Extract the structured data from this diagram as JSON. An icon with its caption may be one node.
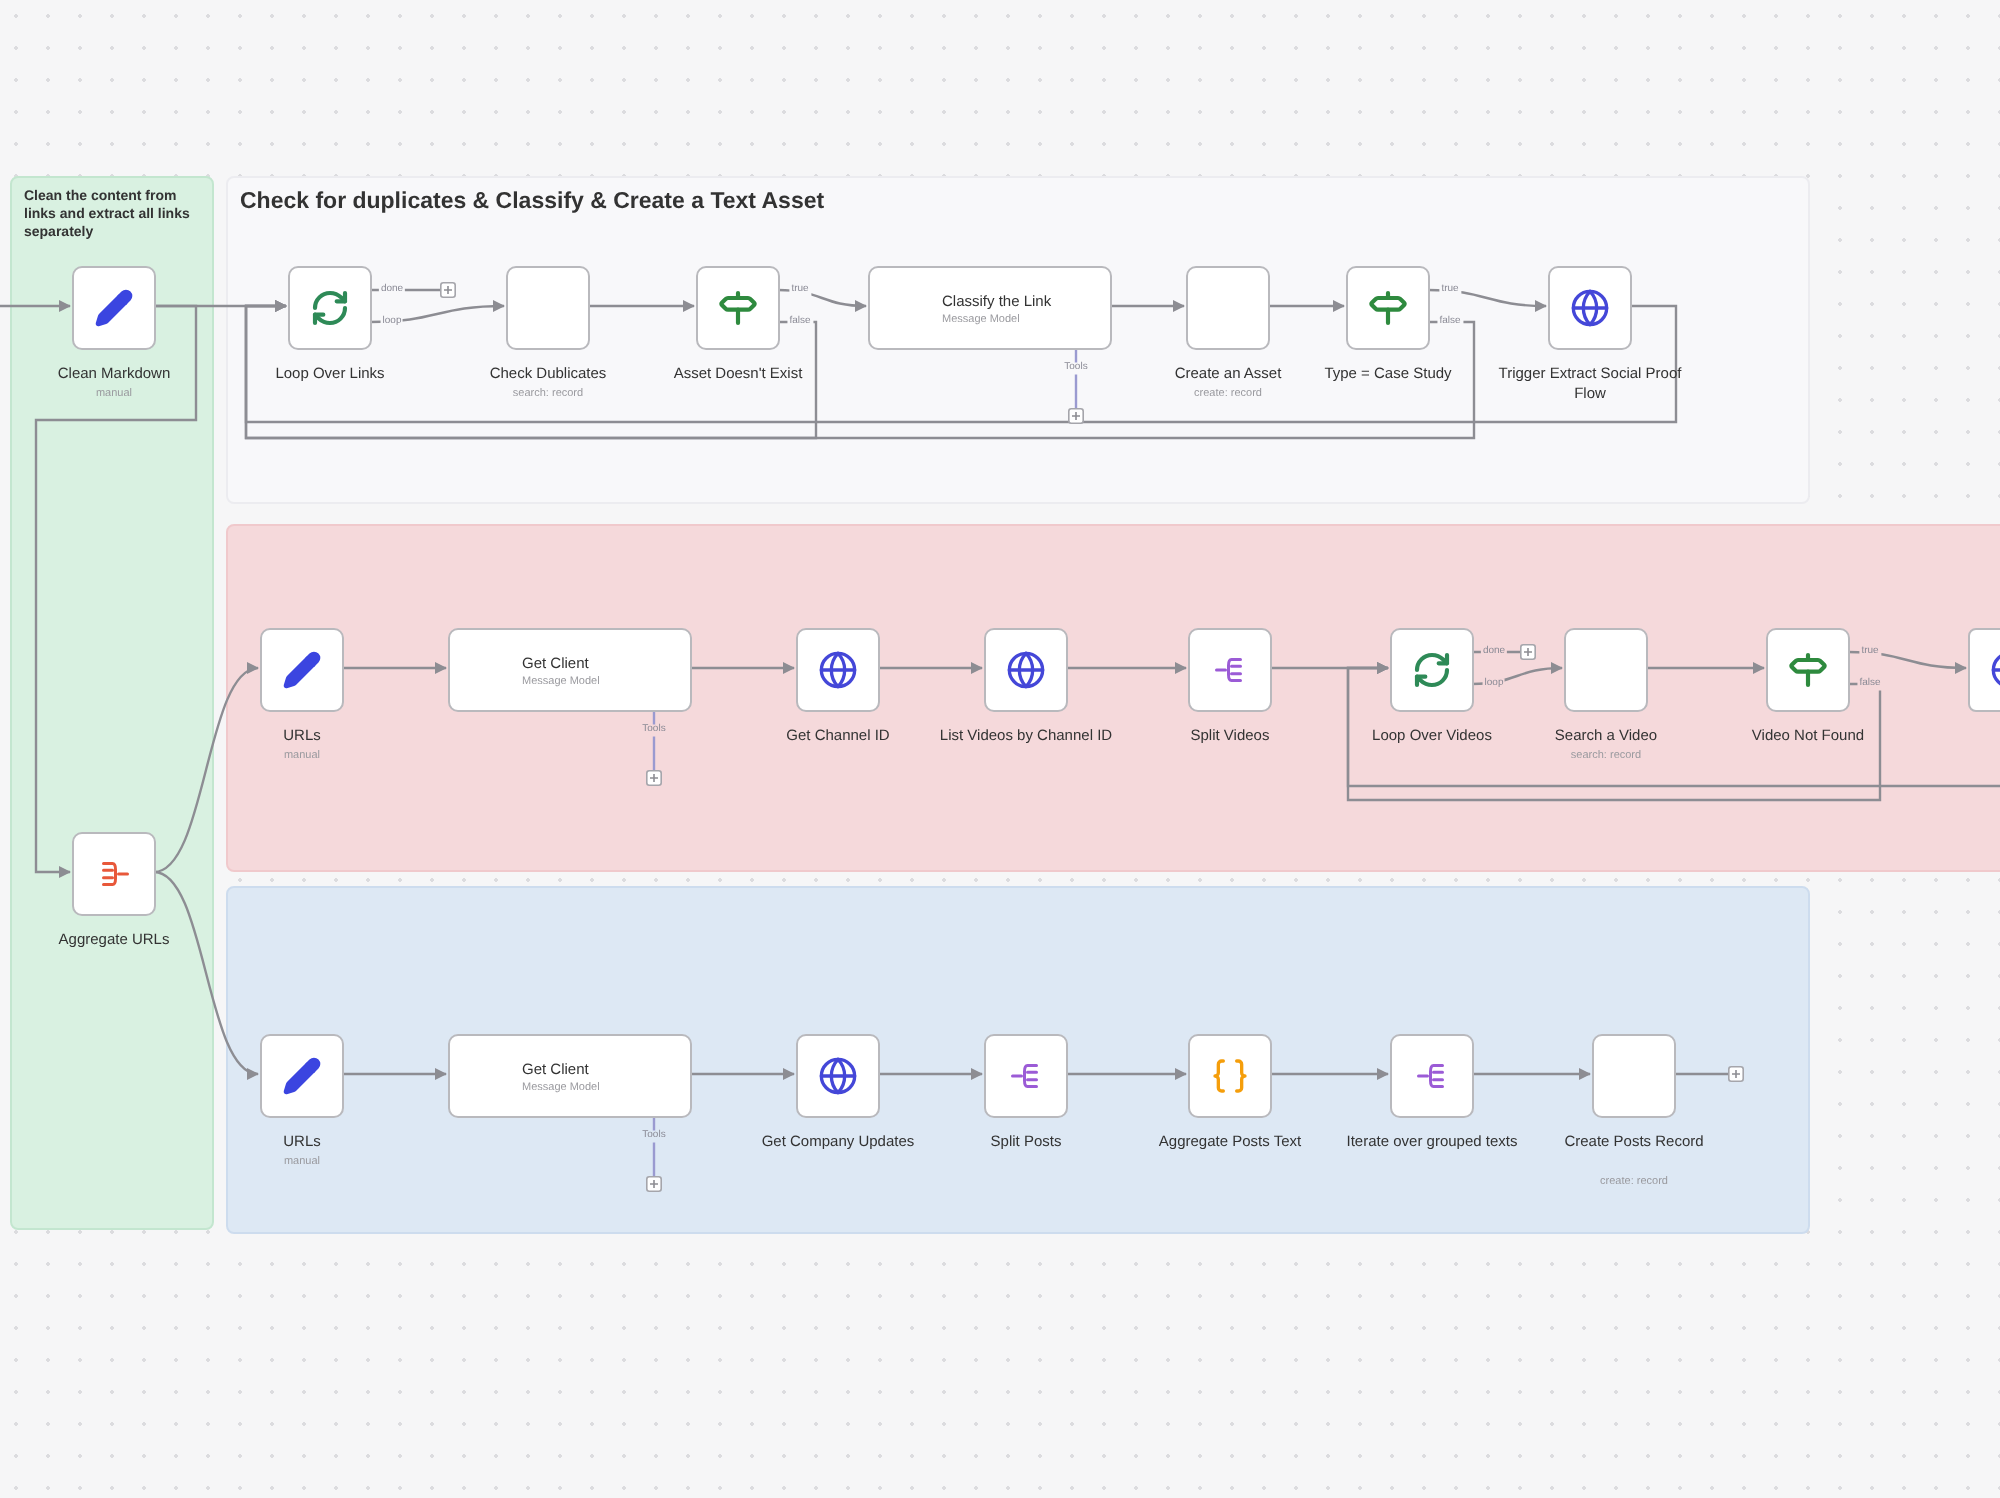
{
  "diagram": {
    "nodes": [
      {
        "text": [
          "Clean the content from links and extract all links separately"
        ]
      },
      {
        "text": [
          "Clean Markdown",
          "manual"
        ],
        "in": 0
      },
      {
        "text": [
          "Aggregate URLs"
        ],
        "in": 0
      },
      {
        "text": [
          "Check for duplicates & Classify & Create a Text Asset"
        ]
      },
      {
        "text": [
          "Loop Over Links"
        ],
        "in": 3
      },
      {
        "text": [
          "Check Dublicates",
          "search: record"
        ],
        "in": 3
      },
      {
        "text": [
          "Asset Doesn't Exist"
        ],
        "in": 3
      },
      {
        "text": [
          "Classify the Link",
          "Message Model"
        ],
        "in": 3
      },
      {
        "text": [
          "Create an Asset",
          "create: record"
        ],
        "in": 3
      },
      {
        "text": [
          "Type = Case Study"
        ],
        "in": 3
      },
      {
        "text": [
          "Trigger Extract Social Proof Flow"
        ],
        "in": 3
      },
      {
        "text": [],
        "shape": "box"
      },
      {
        "text": [
          "URLs",
          "manual"
        ],
        "in": 11
      },
      {
        "text": [
          "Get Client",
          "Message Model"
        ],
        "in": 11
      },
      {
        "text": [
          "Get Channel ID"
        ],
        "in": 11
      },
      {
        "text": [
          "List Videos by Channel ID"
        ],
        "in": 11
      },
      {
        "text": [
          "Split Videos"
        ],
        "in": 11
      },
      {
        "text": [
          "Loop Over Videos"
        ],
        "in": 11
      },
      {
        "text": [
          "Search a Video",
          "search: record"
        ],
        "in": 11
      },
      {
        "text": [
          "Video Not Found"
        ],
        "in": 11
      },
      {
        "text": [],
        "shape": "box",
        "in": 11
      },
      {
        "text": [],
        "shape": "box"
      },
      {
        "text": [
          "URLs",
          "manual"
        ],
        "in": 21
      },
      {
        "text": [
          "Get Client",
          "Message Model"
        ],
        "in": 21
      },
      {
        "text": [
          "Get Company Updates"
        ],
        "in": 21
      },
      {
        "text": [
          "Split Posts"
        ],
        "in": 21
      },
      {
        "text": [
          "Aggregate Posts Text"
        ],
        "in": 21
      },
      {
        "text": [
          "Iterate over grouped texts"
        ],
        "in": 21
      },
      {
        "text": [
          "Create Posts Record",
          "create: record"
        ],
        "in": 21
      }
    ],
    "edges": [
      {
        "from": null,
        "to": 1,
        "arrow": "to"
      },
      {
        "from": 1,
        "to": 4,
        "arrow": "to"
      },
      {
        "from": 1,
        "to": 2,
        "arrow": "to"
      },
      {
        "from": 4,
        "to": null,
        "arrow": "other",
        "label": "done"
      },
      {
        "from": 4,
        "to": 5,
        "arrow": "to",
        "label": "loop"
      },
      {
        "from": 5,
        "to": 6,
        "arrow": "to"
      },
      {
        "from": 6,
        "to": 7,
        "arrow": "to",
        "label": "true"
      },
      {
        "from": 6,
        "to": 4,
        "arrow": "to",
        "label": "false"
      },
      {
        "from": 7,
        "to": 8,
        "arrow": "to"
      },
      {
        "from": 8,
        "to": 9,
        "arrow": "to"
      },
      {
        "from": 9,
        "to": 10,
        "arrow": "to",
        "label": "true"
      },
      {
        "from": 9,
        "to": 4,
        "arrow": "to",
        "label": "false"
      },
      {
        "from": 10,
        "to": 4,
        "arrow": "to"
      },
      {
        "from": 7,
        "to": null,
        "arrow": "other",
        "label": "Tools"
      },
      {
        "from": 2,
        "to": 12,
        "arrow": "to"
      },
      {
        "from": 2,
        "to": 22,
        "arrow": "to"
      },
      {
        "from": 12,
        "to": 13,
        "arrow": "to"
      },
      {
        "from": 13,
        "to": 14,
        "arrow": "to"
      },
      {
        "from": 14,
        "to": 15,
        "arrow": "to"
      },
      {
        "from": 15,
        "to": 16,
        "arrow": "to"
      },
      {
        "from": 16,
        "to": 17,
        "arrow": "to"
      },
      {
        "from": 17,
        "to": null,
        "arrow": "other",
        "label": "done"
      },
      {
        "from": 17,
        "to": 18,
        "arrow": "to",
        "label": "loop"
      },
      {
        "from": 18,
        "to": 19,
        "arrow": "to"
      },
      {
        "from": 19,
        "to": 20,
        "arrow": "to",
        "label": "true"
      },
      {
        "from": 19,
        "to": 17,
        "arrow": "to",
        "label": "false"
      },
      {
        "from": 20,
        "to": 17,
        "arrow": "to"
      },
      {
        "from": 13,
        "to": null,
        "arrow": "other",
        "label": "Tools"
      },
      {
        "from": 22,
        "to": 23,
        "arrow": "to"
      },
      {
        "from": 23,
        "to": 24,
        "arrow": "to"
      },
      {
        "from": 24,
        "to": 25,
        "arrow": "to"
      },
      {
        "from": 25,
        "to": 26,
        "arrow": "to"
      },
      {
        "from": 26,
        "to": 27,
        "arrow": "to"
      },
      {
        "from": 27,
        "to": 28,
        "arrow": "to"
      },
      {
        "from": 28,
        "to": null,
        "arrow": "other"
      },
      {
        "from": 23,
        "to": null,
        "arrow": "other",
        "label": "Tools"
      }
    ]
  }
}
